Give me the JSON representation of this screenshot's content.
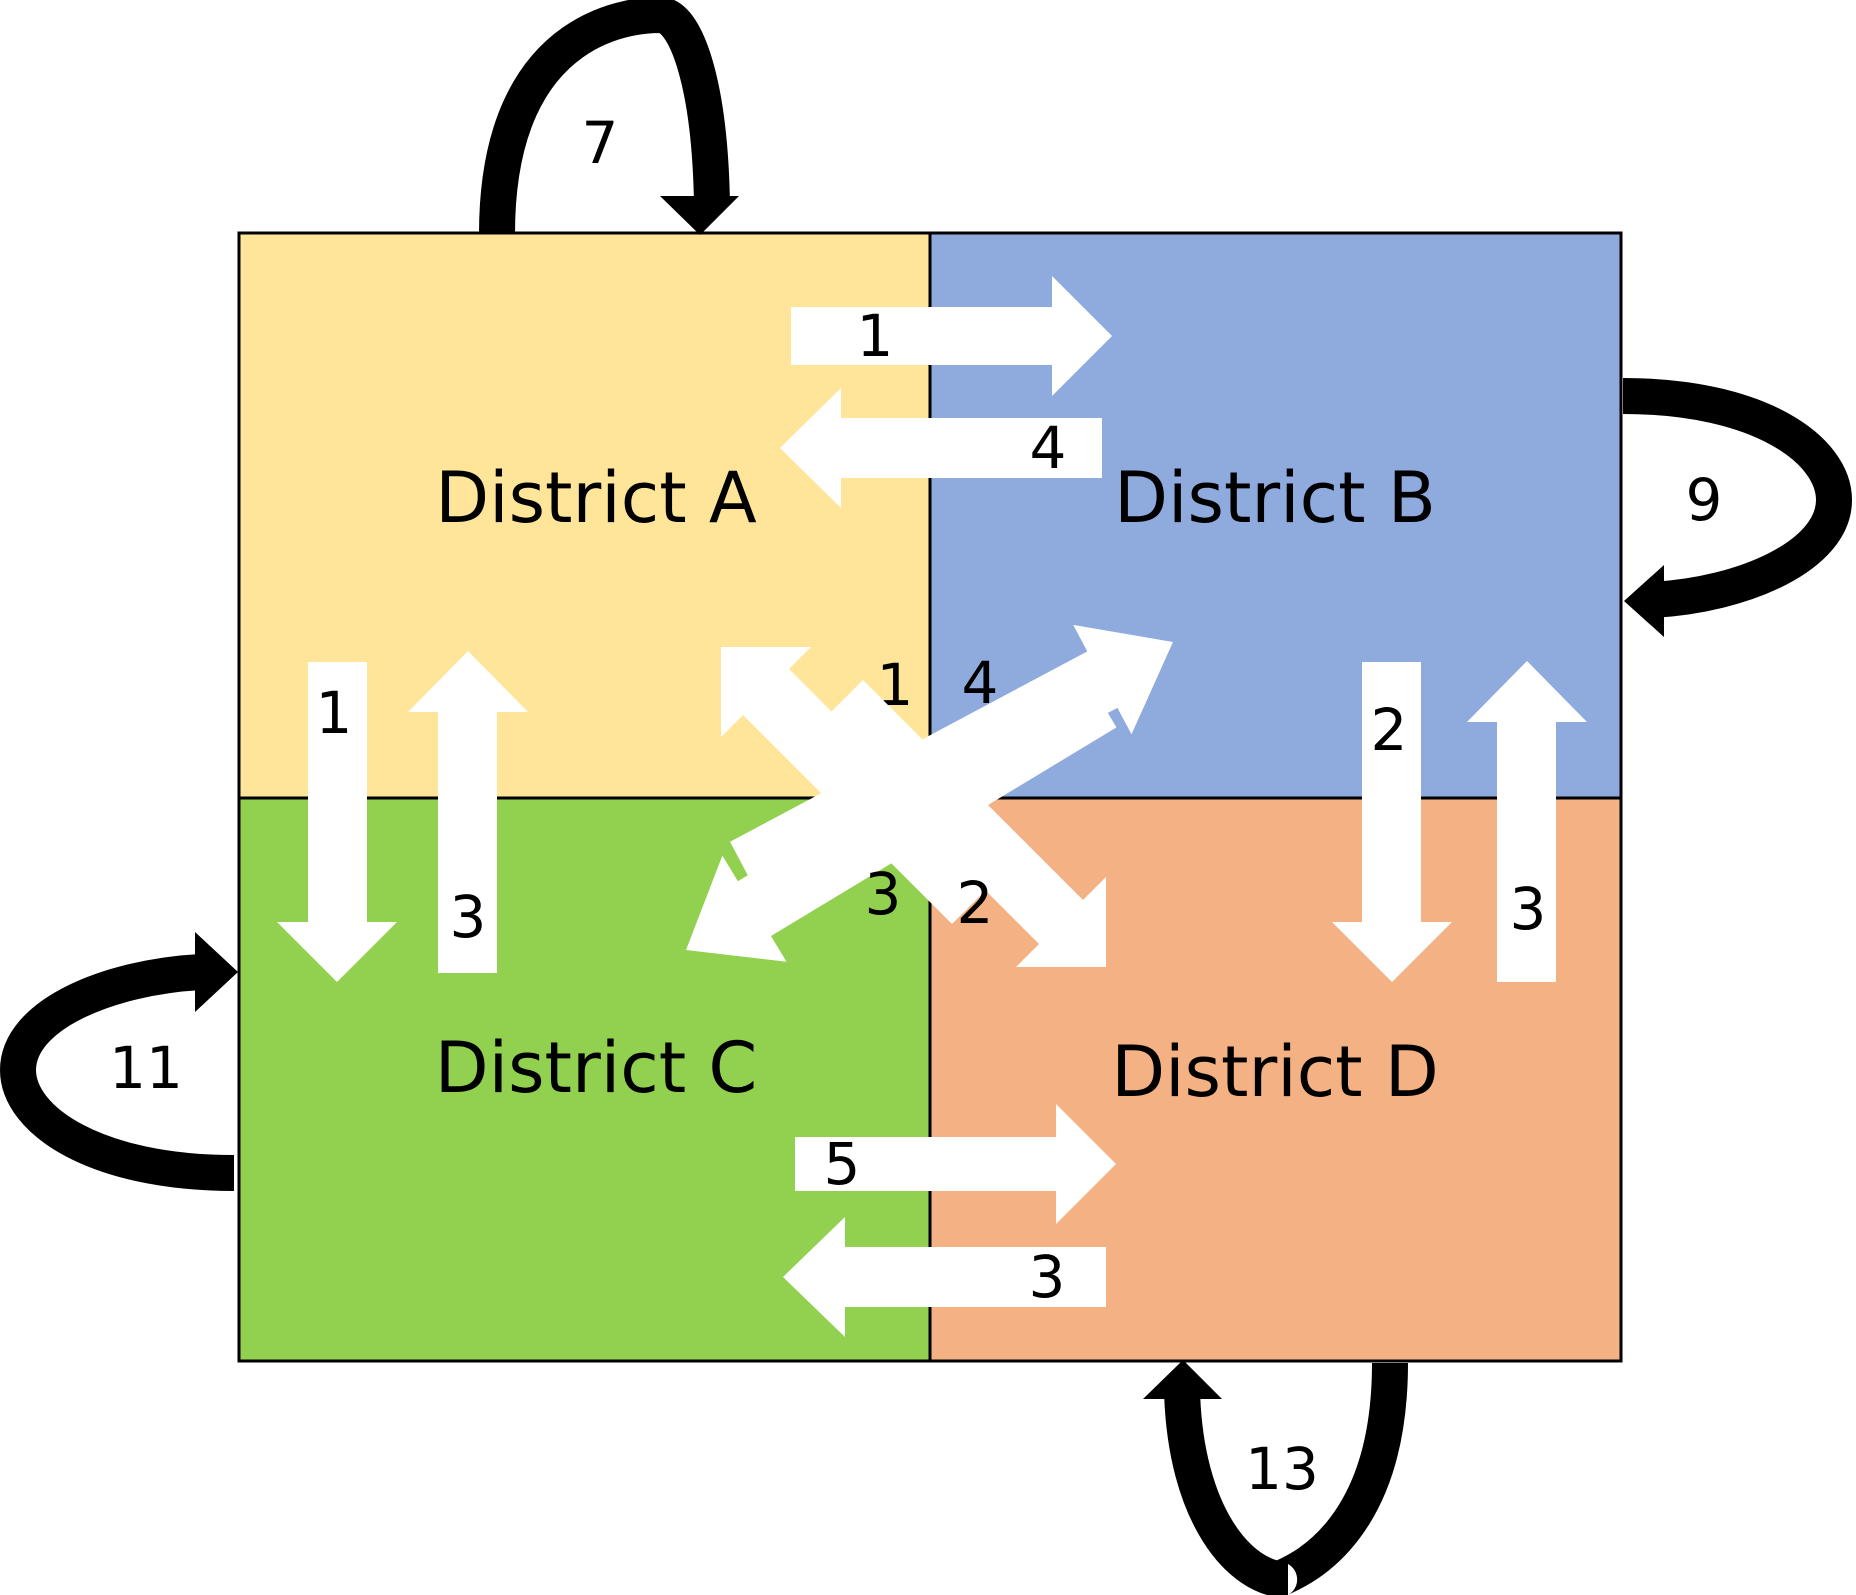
{
  "colors": {
    "district_a": "#FEE599",
    "district_b": "#8FAADC",
    "district_c": "#92D050",
    "district_d": "#F4B183",
    "border": "#000000",
    "flow_arrow": "#FFFFFF",
    "loop_arrow": "#000000"
  },
  "districts": {
    "a": "District A",
    "b": "District B",
    "c": "District C",
    "d": "District D"
  },
  "flows": {
    "a_to_b": "1",
    "b_to_a": "4",
    "a_to_c": "1",
    "c_to_a": "3",
    "b_to_d": "2",
    "d_to_b": "3",
    "c_to_d": "5",
    "d_to_c": "3",
    "a_to_d": "2",
    "d_to_a": "1",
    "b_to_c": "3",
    "c_to_b": "4"
  },
  "loops": {
    "a": "7",
    "b": "9",
    "c": "11",
    "d": "13"
  }
}
